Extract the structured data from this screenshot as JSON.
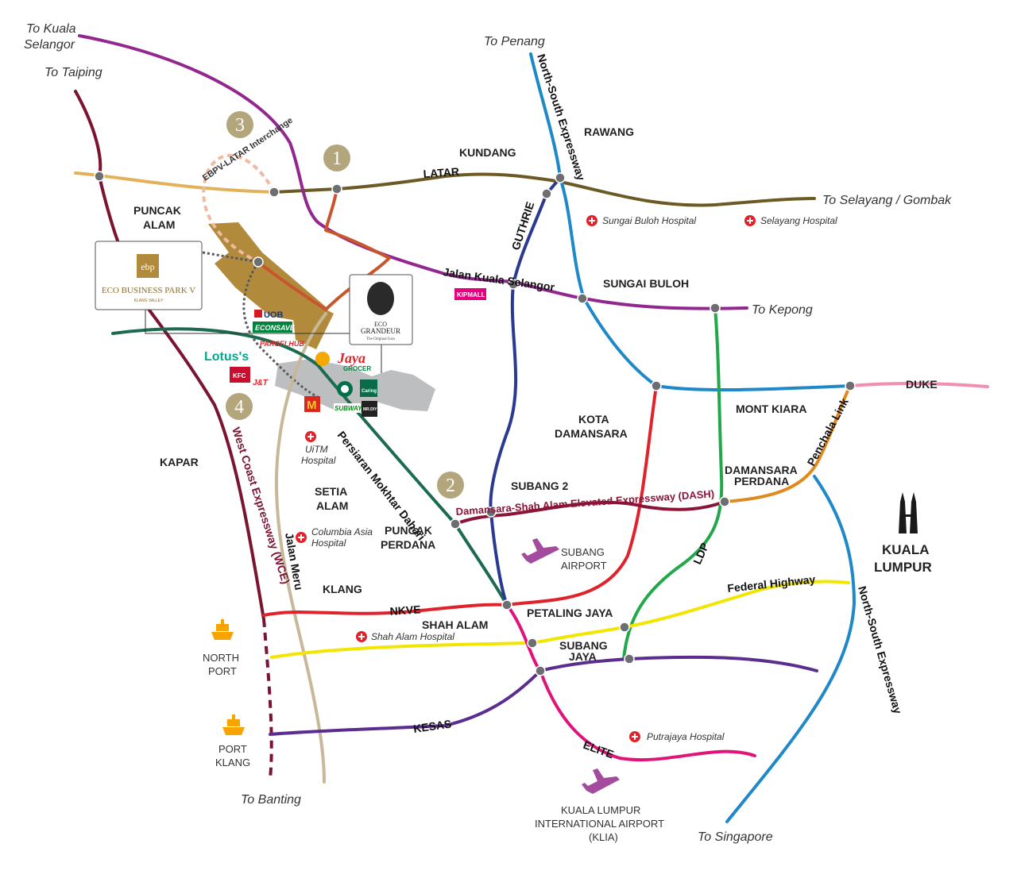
{
  "destinations": {
    "kuala_selangor": [
      "To Kuala",
      "Selangor"
    ],
    "taiping": "To Taiping",
    "penang": "To Penang",
    "selayang_gombak": "To Selayang / Gombak",
    "kepong": "To Kepong",
    "banting": "To Banting",
    "singapore": "To Singapore"
  },
  "areas": {
    "rawang": "RAWANG",
    "kundang": "KUNDANG",
    "puncak_alam": [
      "PUNCAK",
      "ALAM"
    ],
    "sungai_buloh": "SUNGAI BULOH",
    "kota_damansara": [
      "KOTA",
      "DAMANSARA"
    ],
    "mont_kiara": "MONT KIARA",
    "damansara_perdana": [
      "DAMANSARA",
      "PERDANA"
    ],
    "kapar": "KAPAR",
    "setia_alam": [
      "SETIA",
      "ALAM"
    ],
    "subang_2": "SUBANG 2",
    "puncak_perdana": [
      "PUNCAK",
      "PERDANA"
    ],
    "klang": "KLANG",
    "shah_alam": "SHAH ALAM",
    "petaling_jaya": "PETALING JAYA",
    "subang_jaya": [
      "SUBANG",
      "JAYA"
    ],
    "kuala_lumpur": [
      "KUALA",
      "LUMPUR"
    ],
    "duke": "DUKE"
  },
  "roads": {
    "latar": "LATAR",
    "ebpv_latar": "EBPV-LATAR Interchange",
    "north_south": "North-South Expressway",
    "north_south_south": "North-South Expressway",
    "guthrie": "GUTHRIE",
    "jalan_kuala_selangor": "Jalan Kuala Selangor",
    "penchala": "Penchala Link",
    "persiaran": "Persiaran Mokhtar Dahari",
    "dash": "Damansara-Shah Alam Elevated Expressway (DASH)",
    "wce": "West Coast Expressway (WCE)",
    "jalan_meru": "Jalan Meru",
    "ldp": "LDP",
    "federal": "Federal Highway",
    "nkve": "NKVE",
    "kesas": "KESAS",
    "elite": "ELITE"
  },
  "hospitals": {
    "sungai_buloh": "Sungai Buloh Hospital",
    "selayang": "Selayang Hospital",
    "uitm": [
      "UiTM",
      "Hospital"
    ],
    "columbia": [
      "Columbia Asia",
      "Hospital"
    ],
    "shah_alam": "Shah Alam Hospital",
    "putrajaya": "Putrajaya Hospital"
  },
  "ports": {
    "north": [
      "NORTH",
      "PORT"
    ],
    "klang": [
      "PORT",
      "KLANG"
    ]
  },
  "airports": {
    "subang": [
      "SUBANG",
      "AIRPORT"
    ],
    "klia": [
      "KUALA LUMPUR",
      "INTERNATIONAL AIRPORT",
      "(KLIA)"
    ]
  },
  "markers": [
    "1",
    "2",
    "3",
    "4"
  ],
  "logos": {
    "ebp_initials": "ebp",
    "ebp_name": "ECO BUSINESS PARK V",
    "ebp_sub": "KLANG VALLEY",
    "eco_grandeur": [
      "ECO",
      "GRANDEUR"
    ],
    "eco_grandeur_sub": "The Original Icon",
    "kipmall": "KIPMALL",
    "uob": "UOB",
    "econsave": "ECONSAVE",
    "parcelhub": "PARCELHUB",
    "lotus": "Lotus's",
    "jaya": "Jaya",
    "grocer": "GROCER",
    "jt": "J&T",
    "subway": "SUBWAY",
    "kfc": "KFC",
    "caring": "Caring",
    "mrdiy": "MR.DIY"
  },
  "colors": {
    "latar": "#6b5a23",
    "ns": "#1e88c8",
    "guthrie": "#2b3990",
    "kuala_selangor": "#92278f",
    "wce": "#7a1430",
    "dash": "#8a1538",
    "ldp": "#22a84a",
    "federal": "#f2e600",
    "nkve": "#e0232b",
    "kesas": "#5b2d8e",
    "elite": "#e0137b",
    "penchala": "#e08a1e",
    "duke": "#f28fb1",
    "persiaran": "#1d6b4f",
    "jalan_meru": "#c8b89a",
    "gold": "#b28a3c",
    "marker": "#b3a57c"
  }
}
